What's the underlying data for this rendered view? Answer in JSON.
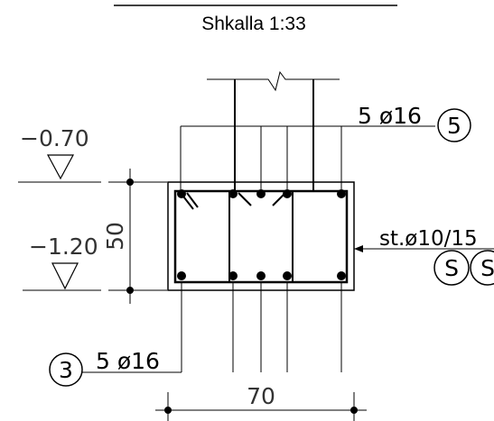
{
  "drawing": {
    "scale_label": "Shkalla 1:33",
    "levels": {
      "top": "−0.70",
      "bottom": "−1.20"
    },
    "dimensions": {
      "height": "50",
      "width": "70"
    },
    "top_rebar": {
      "count_label": "5  ø16",
      "mark": "5"
    },
    "bottom_rebar": {
      "count_label": "5  ø16",
      "mark": "3"
    },
    "stirrups": {
      "label": "st.ø10/15",
      "marks": [
        "S",
        "S"
      ]
    }
  }
}
